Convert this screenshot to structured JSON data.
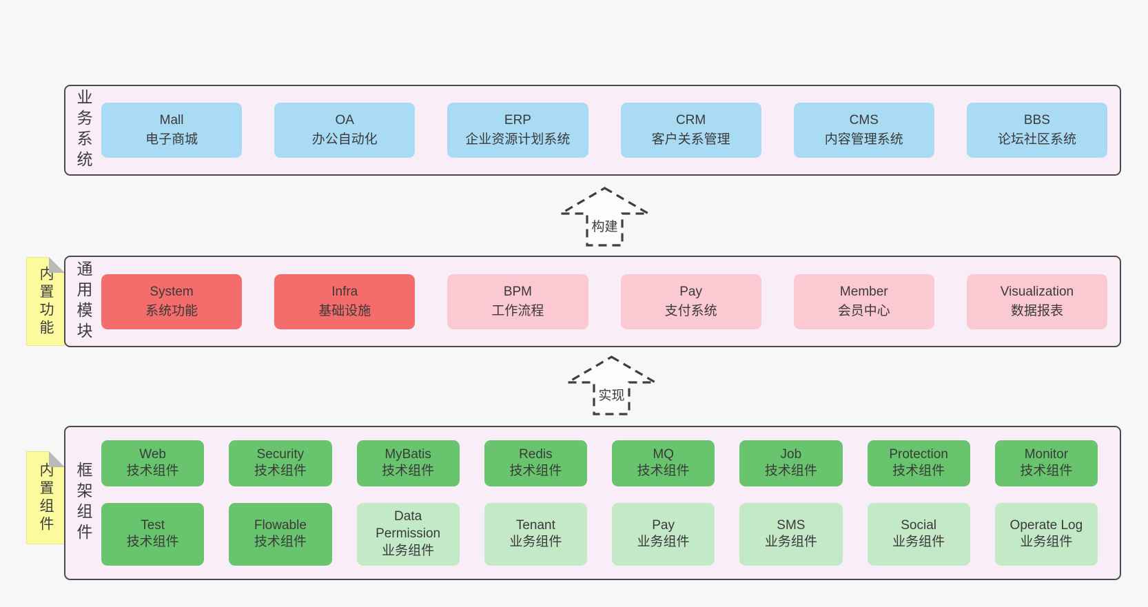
{
  "colors": {
    "page_bg": "#f7f7f7",
    "container_bg": "#f9eef7",
    "container_border": "#4a4a4a",
    "business_box_blue": "#a9dbf4",
    "core_module_box_red": "#f46c6c",
    "module_box_pink": "#fac9d1",
    "tech_component_green": "#68c56e",
    "biz_component_green": "#c3e9c7",
    "note_yellow": "#fbfb9d",
    "text": "#3c3c3c"
  },
  "business": {
    "label": "业务系统",
    "boxes": [
      {
        "name": "Mall",
        "desc": "电子商城"
      },
      {
        "name": "OA",
        "desc": "办公自动化"
      },
      {
        "name": "ERP",
        "desc": "企业资源计划系统"
      },
      {
        "name": "CRM",
        "desc": "客户关系管理"
      },
      {
        "name": "CMS",
        "desc": "内容管理系统"
      },
      {
        "name": "BBS",
        "desc": "论坛社区系统"
      }
    ]
  },
  "arrows": {
    "build": "构建",
    "implement": "实现"
  },
  "modules": {
    "note": "内置功能",
    "label": "通用模块",
    "boxes": [
      {
        "name": "System",
        "desc": "系统功能"
      },
      {
        "name": "Infra",
        "desc": "基础设施"
      },
      {
        "name": "BPM",
        "desc": "工作流程"
      },
      {
        "name": "Pay",
        "desc": "支付系统"
      },
      {
        "name": "Member",
        "desc": "会员中心"
      },
      {
        "name": "Visualization",
        "desc": "数据报表"
      }
    ]
  },
  "components": {
    "note": "内置组件",
    "label": "框架组件",
    "row1": [
      {
        "name": "Web",
        "desc": "技术组件"
      },
      {
        "name": "Security",
        "desc": "技术组件"
      },
      {
        "name": "MyBatis",
        "desc": "技术组件"
      },
      {
        "name": "Redis",
        "desc": "技术组件"
      },
      {
        "name": "MQ",
        "desc": "技术组件"
      },
      {
        "name": "Job",
        "desc": "技术组件"
      },
      {
        "name": "Protection",
        "desc": "技术组件"
      },
      {
        "name": "Monitor",
        "desc": "技术组件"
      }
    ],
    "row2": [
      {
        "name": "Test",
        "desc": "技术组件"
      },
      {
        "name": "Flowable",
        "desc": "技术组件"
      },
      {
        "name": "Data Permission",
        "desc": "业务组件"
      },
      {
        "name": "Tenant",
        "desc": "业务组件"
      },
      {
        "name": "Pay",
        "desc": "业务组件"
      },
      {
        "name": "SMS",
        "desc": "业务组件"
      },
      {
        "name": "Social",
        "desc": "业务组件"
      },
      {
        "name": "Operate Log",
        "desc": "业务组件"
      }
    ]
  }
}
